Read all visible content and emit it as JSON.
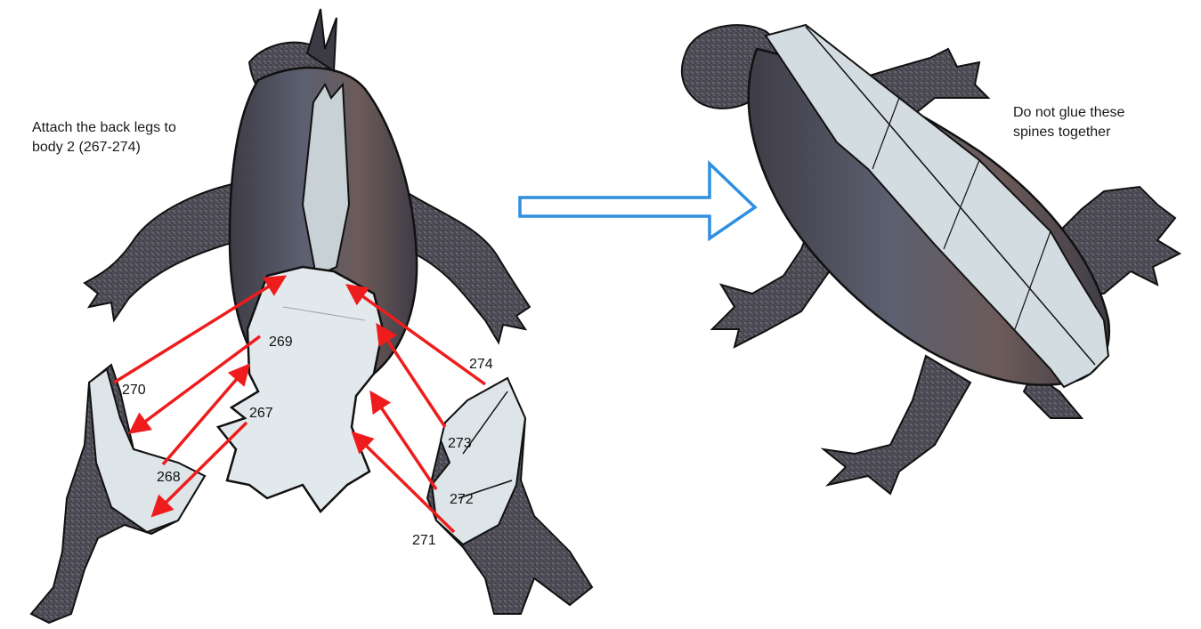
{
  "captions": {
    "left": "Attach the back legs to\nbody 2 (267-274)",
    "right": "Do not glue these\nspines together"
  },
  "part_labels": [
    "267",
    "268",
    "269",
    "270",
    "271",
    "272",
    "273",
    "274"
  ],
  "colors": {
    "arrow_red": "#ee1c1c",
    "flow_arrow_blue": "#2f8fe0",
    "skin_dark": "#4a4850",
    "skin_light": "#7d7a80",
    "paper_white": "#dfe7ea",
    "outline": "#111111"
  },
  "icons": {
    "flow_arrow": "right-arrow-outline-icon"
  }
}
